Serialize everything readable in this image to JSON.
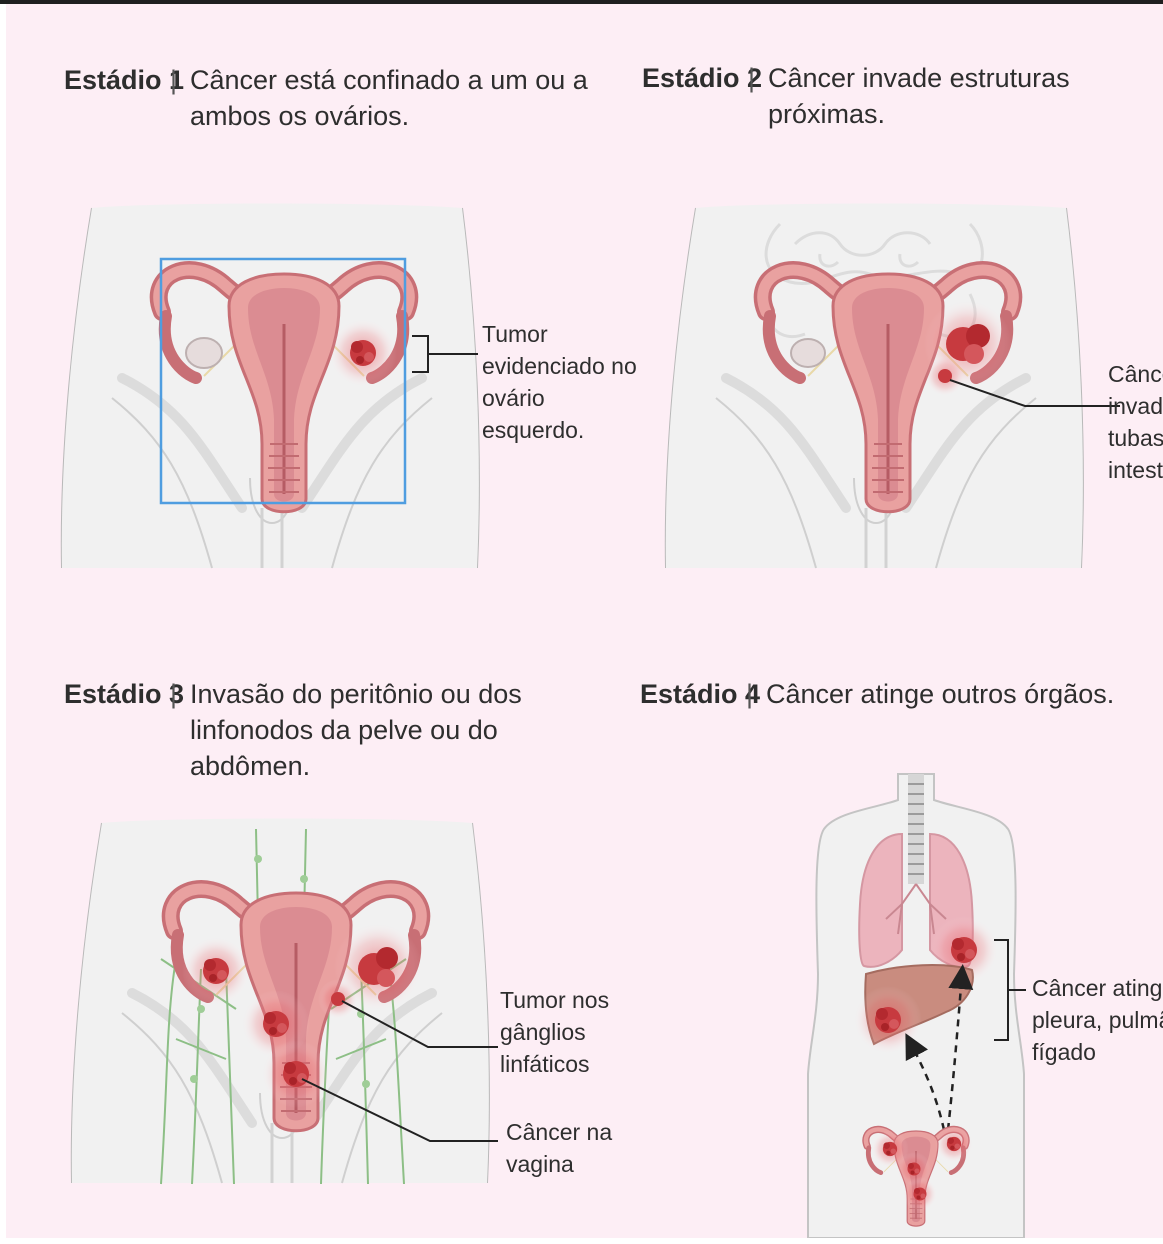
{
  "panels": [
    {
      "stage": "Estádio 1",
      "separator": "|",
      "description_lines": [
        "Câncer está confinado a um ou a",
        "ambos os ovários."
      ],
      "labels": [
        {
          "lines": [
            "Tumor",
            "evidenciado no",
            "ovário",
            "esquerdo."
          ]
        }
      ]
    },
    {
      "stage": "Estádio 2",
      "separator": "|",
      "description_lines": [
        "Câncer invade estruturas",
        "próximas."
      ],
      "labels": [
        {
          "lines": [
            "Cânce",
            "invade",
            "tubas,",
            "intesti"
          ]
        }
      ]
    },
    {
      "stage": "Estádio 3",
      "separator": "|",
      "description_lines": [
        "Invasão do peritônio ou dos",
        "linfonodos da pelve ou do",
        "abdômen."
      ],
      "labels": [
        {
          "lines": [
            "Tumor nos",
            "gânglios",
            "linfáticos"
          ]
        },
        {
          "lines": [
            "Câncer na",
            "vagina"
          ]
        }
      ]
    },
    {
      "stage": "Estádio 4",
      "separator": "|",
      "description_lines": [
        "Câncer atinge outros órgãos."
      ],
      "labels": [
        {
          "lines": [
            "Câncer atinge",
            "pleura, pulmão",
            "fígado"
          ]
        }
      ]
    }
  ],
  "colors": {
    "background": "#fdeef5",
    "body": "#f0f0f0",
    "uterus": "#e9a1a0",
    "uterus_dark": "#c86f75",
    "tumor": "#c73a3f",
    "highlight_box": "#4f9de0",
    "lymph": "#8dbf86",
    "lung": "#ecb4bd",
    "liver": "#c98c7f"
  }
}
